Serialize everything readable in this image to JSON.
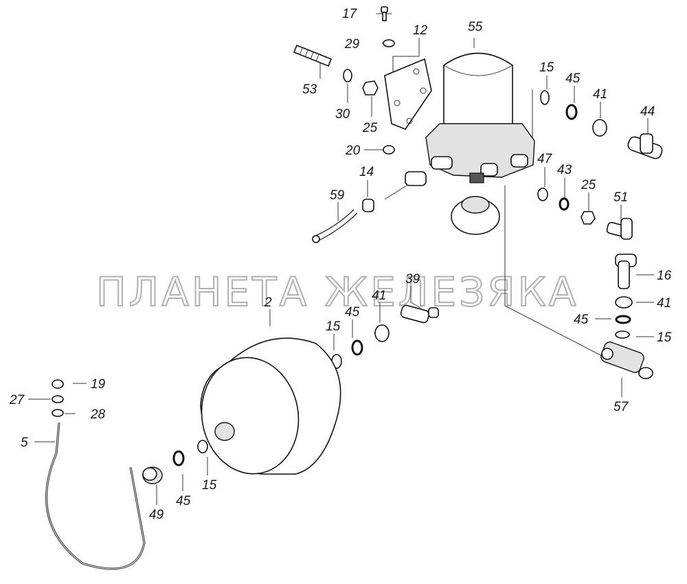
{
  "watermark": "ПЛАНЕТА ЖЕЛЕЗЯКА",
  "labels": {
    "l17": "17",
    "l29": "29",
    "l12": "12",
    "l55": "55",
    "l53": "53",
    "l30": "30",
    "l25a": "25",
    "l15a": "15",
    "l45a": "45",
    "l41a": "41",
    "l44": "44",
    "l20": "20",
    "l14": "14",
    "l59": "59",
    "l47": "47",
    "l43": "43",
    "l25b": "25",
    "l51": "51",
    "l16": "16",
    "l41b": "41",
    "l45b": "45",
    "l15b": "15",
    "l57": "57",
    "l39": "39",
    "l2": "2",
    "l45c": "45",
    "l41c": "41",
    "l15c": "15",
    "l19": "19",
    "l27": "27",
    "l28": "28",
    "l5": "5",
    "l49": "49",
    "l45d": "45",
    "l15d": "15"
  }
}
